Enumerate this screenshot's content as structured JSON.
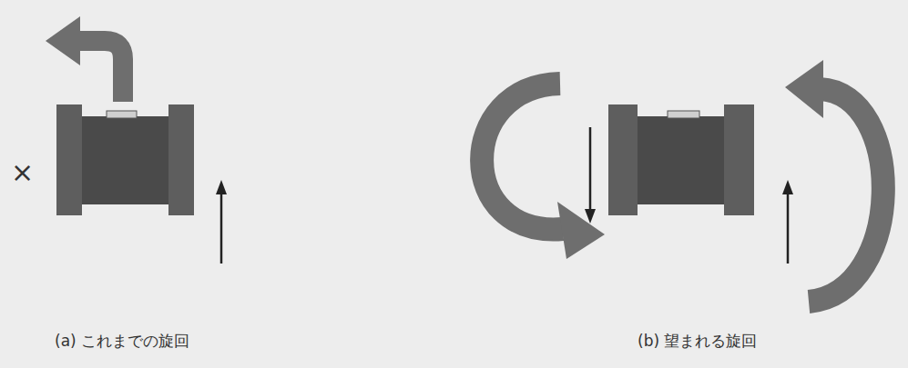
{
  "diagram": {
    "labels": [
      "×",
      "(a) これまでの旋回",
      "(b) 望まれる旋回"
    ]
  }
}
